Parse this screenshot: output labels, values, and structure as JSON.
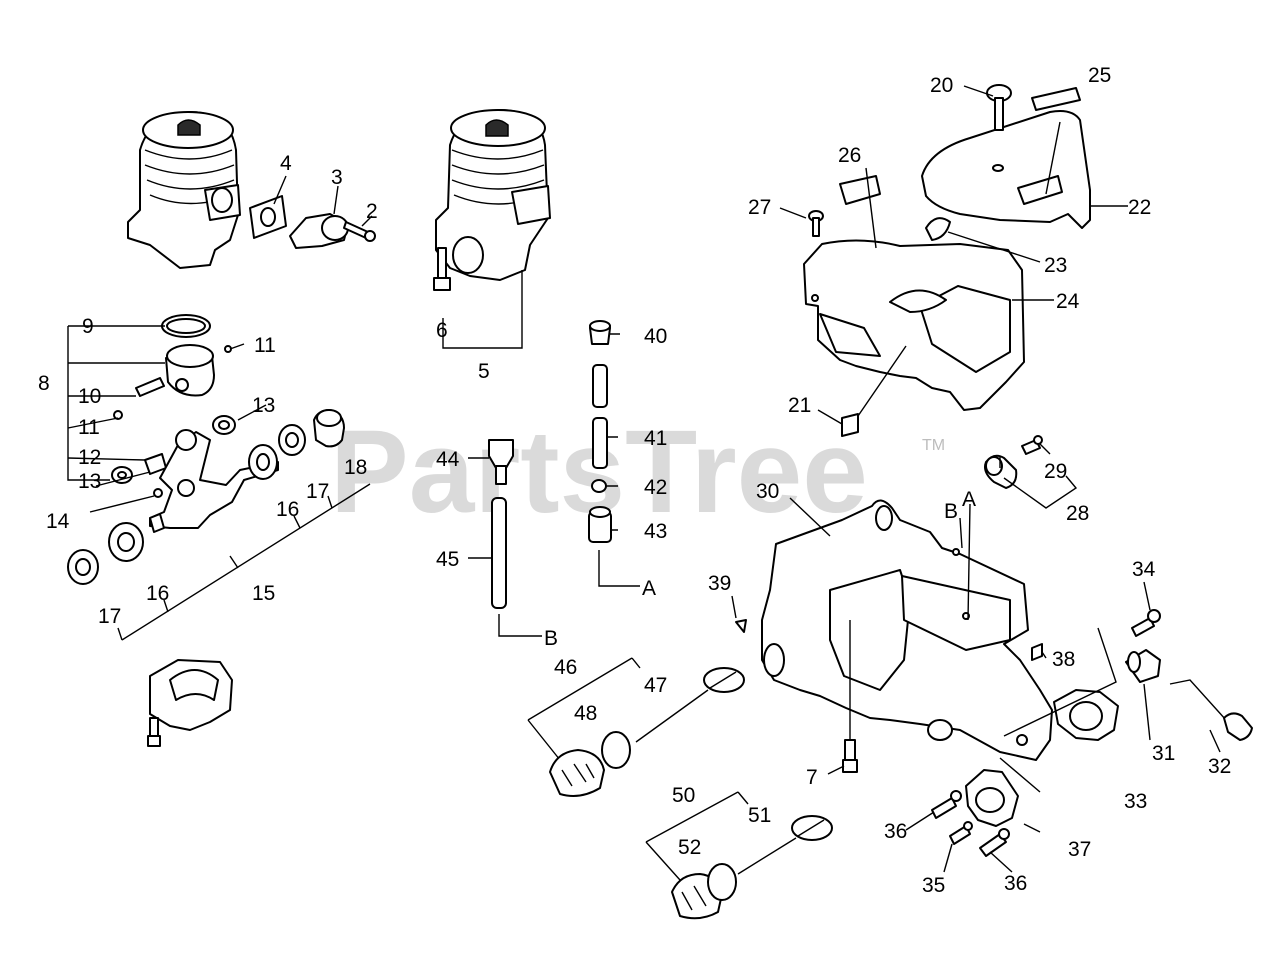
{
  "watermark": {
    "text": "PartsTree",
    "trademark": "TM"
  },
  "labels": {
    "n2": "2",
    "n3": "3",
    "n4": "4",
    "n5": "5",
    "n6": "6",
    "n7": "7",
    "n8": "8",
    "n9": "9",
    "n10": "10",
    "n11a": "11",
    "n11b": "11",
    "n12": "12",
    "n13a": "13",
    "n13b": "13",
    "n14": "14",
    "n15": "15",
    "n16a": "16",
    "n16b": "16",
    "n17a": "17",
    "n17b": "17",
    "n18": "18",
    "n20": "20",
    "n21": "21",
    "n22": "22",
    "n23": "23",
    "n24": "24",
    "n25": "25",
    "n26": "26",
    "n27": "27",
    "n28": "28",
    "n29": "29",
    "n30": "30",
    "n31": "31",
    "n32": "32",
    "n33": "33",
    "n34": "34",
    "n35": "35",
    "n36a": "36",
    "n36b": "36",
    "n37": "37",
    "n38": "38",
    "n39": "39",
    "n40": "40",
    "n41": "41",
    "n42": "42",
    "n43": "43",
    "n44": "44",
    "n45": "45",
    "n46": "46",
    "n47": "47",
    "n48": "48",
    "n50": "50",
    "n51": "51",
    "n52": "52",
    "refA1": "A",
    "refB1": "B",
    "refA2": "A",
    "refB2": "B"
  }
}
